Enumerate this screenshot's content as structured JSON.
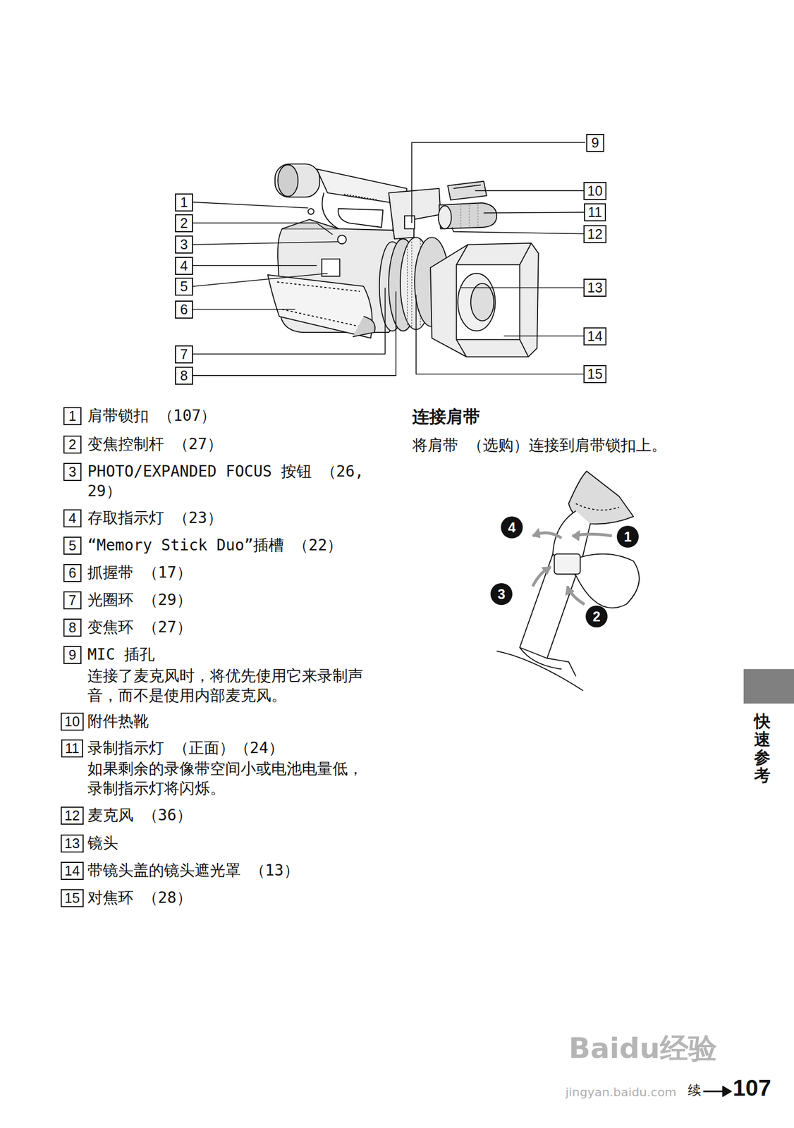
{
  "diagram": {
    "nodes": [
      {
        "text": [
          "1"
        ]
      },
      {
        "text": [
          "2"
        ]
      },
      {
        "text": [
          "3"
        ]
      },
      {
        "text": [
          "4"
        ]
      },
      {
        "text": [
          "5"
        ]
      },
      {
        "text": [
          "6"
        ]
      },
      {
        "text": [
          "7"
        ]
      },
      {
        "text": [
          "8"
        ]
      },
      {
        "text": [
          "9"
        ]
      },
      {
        "text": [
          "10"
        ]
      },
      {
        "text": [
          "11"
        ]
      },
      {
        "text": [
          "12"
        ]
      },
      {
        "text": [
          "13"
        ]
      },
      {
        "text": [
          "14"
        ]
      },
      {
        "text": [
          "15"
        ]
      },
      {
        "text": [
          "1"
        ]
      },
      {
        "text": [
          "2"
        ]
      },
      {
        "text": [
          "3"
        ]
      },
      {
        "text": [
          "4"
        ]
      },
      {
        "text": [
          "5"
        ]
      },
      {
        "text": [
          "6"
        ]
      },
      {
        "text": [
          "7"
        ]
      },
      {
        "text": [
          "8"
        ]
      },
      {
        "text": [
          "9"
        ]
      },
      {
        "text": [
          "10"
        ]
      },
      {
        "text": [
          "11"
        ]
      },
      {
        "text": [
          "12"
        ]
      },
      {
        "text": [
          "13"
        ]
      },
      {
        "text": [
          "14"
        ]
      },
      {
        "text": [
          "15"
        ]
      },
      {
        "text": [
          "4"
        ]
      },
      {
        "text": [
          "1"
        ]
      },
      {
        "text": [
          "3"
        ]
      },
      {
        "text": [
          "2"
        ]
      }
    ],
    "labels": [
      "肩带锁扣 （107）",
      "变焦控制杆 （27）",
      "PHOTO/EXPANDED FOCUS 按钮 （26, 29）",
      "存取指示灯 （23）",
      "“Memory Stick Duo”插槽 （22）",
      "抓握带 （17）",
      "光圈环 （29）",
      "变焦环 （27）",
      "MIC 插孔",
      "连接了麦克风时，将优先使用它来录制声音，而不是使用内部麦克风。",
      "附件热靴",
      "录制指示灯 （正面）（24）",
      "如果剩余的录像带空间小或电池电量低，录制指示灯将闪烁。",
      "麦克风 （36）",
      "镜头",
      "带镜头盖的镜头遮光罩 （13）",
      "对焦环 （28）",
      "连接肩带",
      "将肩带 （选购）连接到肩带锁扣上。",
      "快速参考",
      "续",
      "107",
      "Baidu经验",
      "jingyan.baidu.com"
    ]
  }
}
